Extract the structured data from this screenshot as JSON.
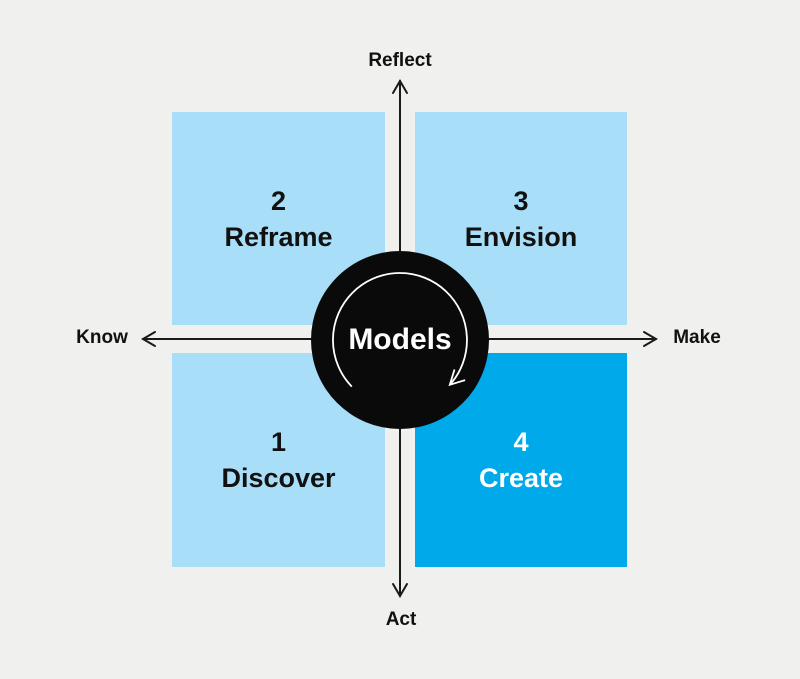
{
  "diagram": {
    "hub_label": "Models",
    "axes": {
      "top": "Reflect",
      "bottom": "Act",
      "left": "Know",
      "right": "Make"
    },
    "quadrants": [
      {
        "position": "top-left",
        "number": "2",
        "label": "Reframe",
        "highlighted": false
      },
      {
        "position": "top-right",
        "number": "3",
        "label": "Envision",
        "highlighted": false
      },
      {
        "position": "bottom-left",
        "number": "1",
        "label": "Discover",
        "highlighted": false
      },
      {
        "position": "bottom-right",
        "number": "4",
        "label": "Create",
        "highlighted": true
      }
    ],
    "icons": [
      "cycle-arrow-icon",
      "arrow-up-icon",
      "arrow-down-icon",
      "arrow-left-icon",
      "arrow-right-icon"
    ],
    "colors": {
      "background": "#f0f0ee",
      "quadrant_light_blue": "#a9def8",
      "quadrant_highlight_blue": "#00a9ea",
      "hub_black": "#0a0a0a",
      "axis_line": "#1a1a1a",
      "text_dark": "#111111",
      "text_light": "#ffffff"
    }
  }
}
